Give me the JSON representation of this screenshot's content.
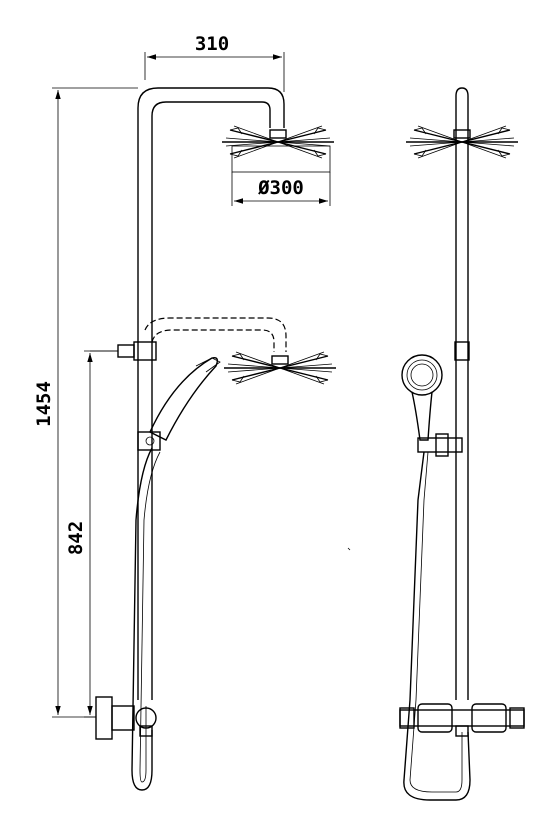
{
  "dimensions": {
    "head_spacing": "310",
    "head_diameter": "Ø300",
    "total_height": "1454",
    "rail_height": "842"
  }
}
